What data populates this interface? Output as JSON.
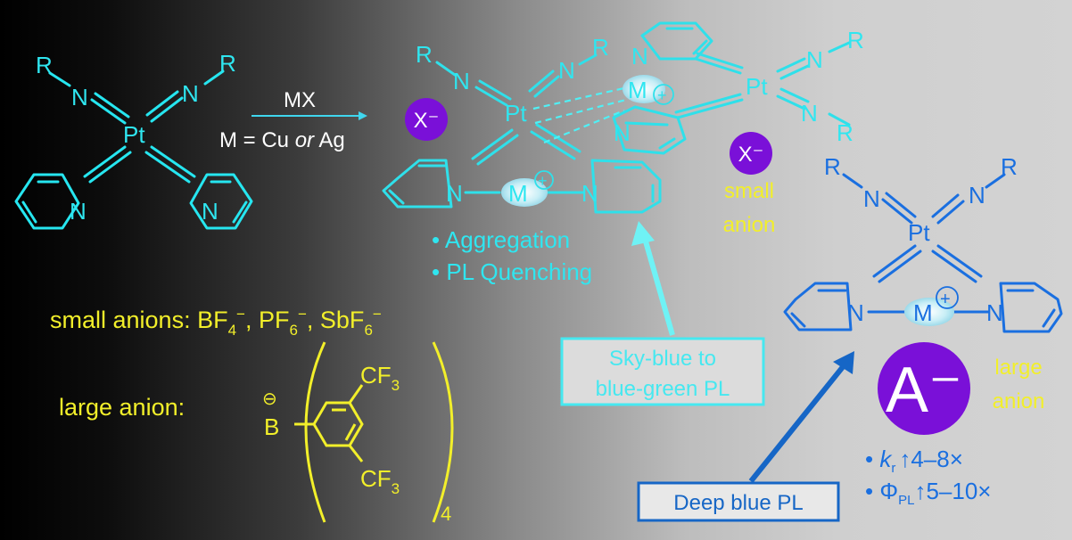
{
  "reagent": {
    "formula": "MX",
    "condition_prefix": "M = Cu ",
    "condition_or": "or",
    "condition_suffix": " Ag"
  },
  "atoms": {
    "pt": "Pt",
    "n": "N",
    "r": "R",
    "m": "M",
    "b": "B",
    "plus": "+",
    "minus": "⊖"
  },
  "ions": {
    "x_anion": "X⁻",
    "a_anion": "A⁻"
  },
  "labels": {
    "small_anion_1": "small",
    "small_anion_2": "anion",
    "large_anion_1": "large",
    "large_anion_2": "anion"
  },
  "bullets": {
    "aggregation": "• Aggregation",
    "quenching": "• PL Quenching"
  },
  "boxes": {
    "sky_line1": "Sky-blue to",
    "sky_line2": "blue-green PL",
    "deep": "Deep blue PL"
  },
  "anions": {
    "small_prefix": "small anions: BF",
    "pf": ", PF",
    "sbf": ", SbF",
    "sub4": "4",
    "sub6": "6",
    "sup_minus": "−",
    "large_label": "large anion:",
    "cf3_c": "CF",
    "cf3_sub": "3",
    "count": "4"
  },
  "metrics": {
    "kr_bullet": "• ",
    "kr_k": "k",
    "kr_sub": "r",
    "kr_value": "4–8×",
    "phi_bullet": "• Φ",
    "phi_sub": "PL",
    "phi_value": "5–10×"
  },
  "colors": {
    "cyan": "#26e6f0",
    "blue": "#1a6fe0",
    "yellow": "#f2ef2a",
    "purple": "#7a10d8"
  }
}
